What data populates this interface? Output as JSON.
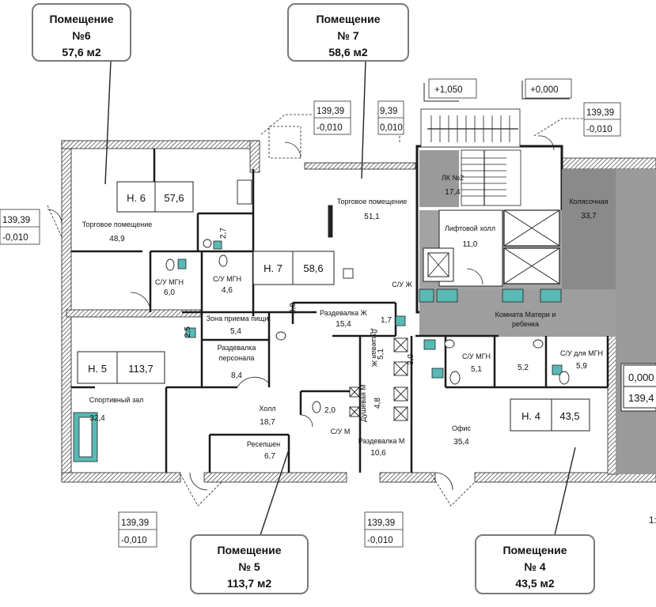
{
  "callouts": {
    "room6": {
      "line1": "Помещение",
      "line2": "№6",
      "line3": "57,6 м2"
    },
    "room7": {
      "line1": "Помещение",
      "line2": "№ 7",
      "line3": "58,6 м2"
    },
    "room5": {
      "line1": "Помещение",
      "line2": "№ 5",
      "line3": "113,7 м2"
    },
    "room4": {
      "line1": "Помещение",
      "line2": "№ 4",
      "line3": "43,5 м2"
    }
  },
  "unit_tags": {
    "u6": {
      "id": "Н. 6",
      "area": "57,6"
    },
    "u7": {
      "id": "Н. 7",
      "area": "58,6"
    },
    "u5": {
      "id": "Н. 5",
      "area": "113,7"
    },
    "u4": {
      "id": "Н. 4",
      "area": "43,5"
    },
    "u_right": {
      "id": "0,000",
      "area": "139,4"
    }
  },
  "elevations": {
    "top_left": {
      "a": "139,39",
      "b": "-0,010"
    },
    "top_mid": {
      "a": "9,39",
      "b": "0,010"
    },
    "top_right": {
      "a": "139,39",
      "b": "-0,010"
    },
    "left": {
      "a": "139,39",
      "b": "-0,010"
    },
    "bottom_left": {
      "a": "139,39",
      "b": "-0,010"
    },
    "bottom_mid": {
      "a": "139,39",
      "b": "-0,010"
    },
    "stair_up": "+1,050",
    "stair_zero": "+0,000",
    "bottom_right_cut": "1:"
  },
  "rooms": {
    "torg6": {
      "name": "Торговое помещение",
      "area": "48,9"
    },
    "torg7": {
      "name": "Торговое помещение",
      "area": "51,1"
    },
    "lk2": {
      "name": "ЛК №2",
      "area": "17,4"
    },
    "kolyas": {
      "name": "Колясочная",
      "area": "33,7"
    },
    "lift": {
      "name": "Лифтовой холл",
      "area": "11,0"
    },
    "su_mgn_a": {
      "name": "С/У МГН",
      "area": "6,0"
    },
    "su_mgn_b": {
      "name": "С/У МГН",
      "area": "4,6"
    },
    "small_27": {
      "area": "2,7"
    },
    "zona": {
      "name": "Зона приема пищи",
      "area": "5,4"
    },
    "small_29": {
      "area": "2,9"
    },
    "razd_zh": {
      "name": "Раздевалка Ж",
      "area": "15,4"
    },
    "su_zh": {
      "name": "С/У Ж",
      "area": "1,7"
    },
    "small_25": {
      "area": "2,5"
    },
    "razd_pers": {
      "name": "Раздевалка персонала",
      "area": "8,4"
    },
    "komnata": {
      "name": "Комната Матери и ребенка"
    },
    "sport": {
      "name": "Спортивный зал",
      "area": "32,4"
    },
    "holl": {
      "name": "Холл",
      "area": "18,7"
    },
    "resep": {
      "name": "Ресепшен",
      "area": "6,7"
    },
    "dush_zh": {
      "name": "Душевая Ж",
      "area": "5,1"
    },
    "small_30": {
      "area": "3,0"
    },
    "dush_m": {
      "name": "Душевая М",
      "area": "4,8"
    },
    "su_m": {
      "name": "С/У М",
      "area": "2,0"
    },
    "razd_m": {
      "name": "Раздевалка М",
      "area": "10,6"
    },
    "su_mgn_c": {
      "name": "С/У МГН",
      "area": "5,1"
    },
    "small_52": {
      "area": "5,2"
    },
    "su_mgn_d": {
      "name": "С/У для МГН",
      "area": "5,9"
    },
    "ofis": {
      "name": "Офис",
      "area": "35,4"
    }
  },
  "colors": {
    "hatch": "#6f6f6f",
    "core": "#8a8a8a",
    "accent": "#59b9b5",
    "wall": "#1a1a1a"
  }
}
